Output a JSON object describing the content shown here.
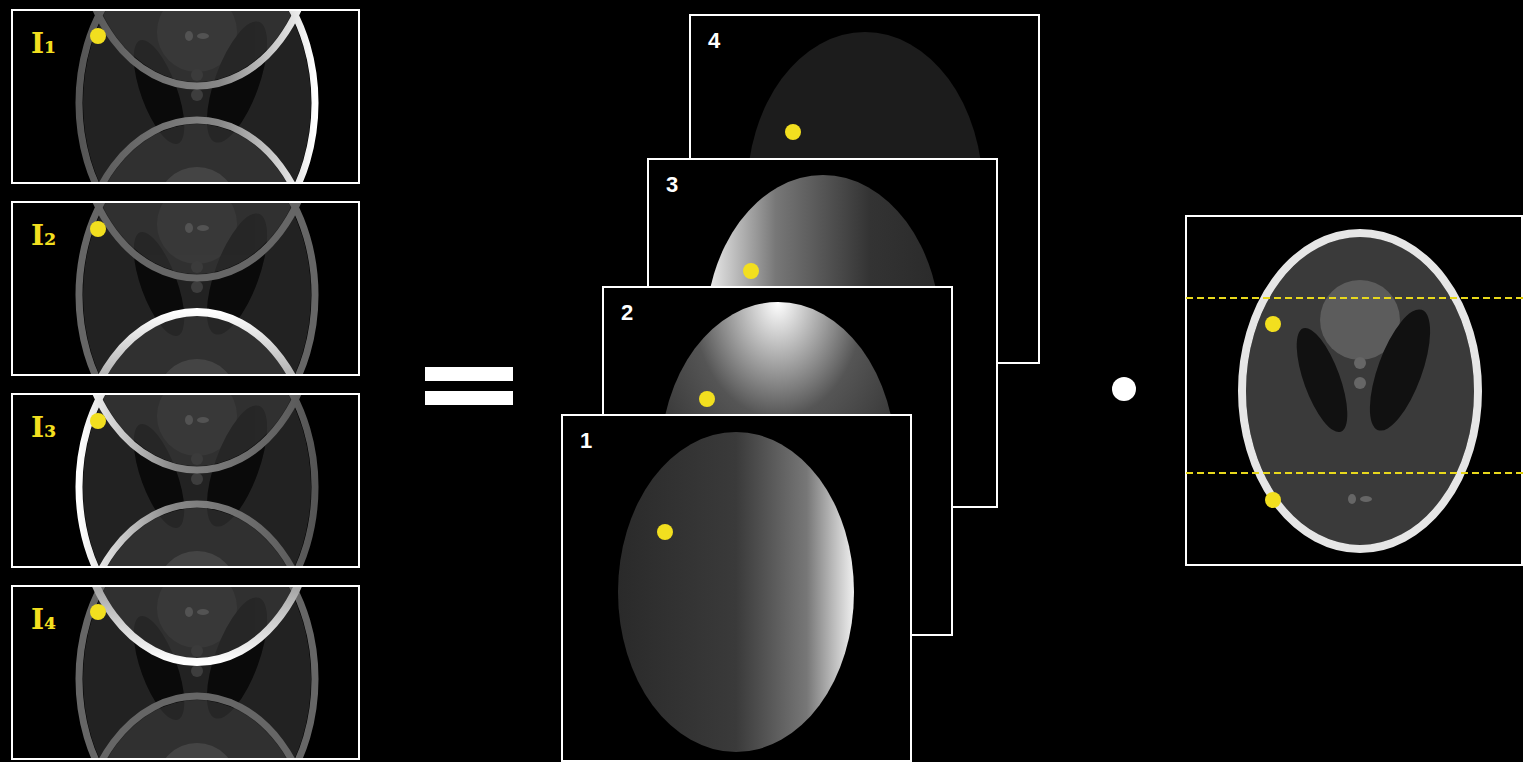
{
  "diagram": {
    "nodes": [
      {
        "text": [
          "I₁"
        ]
      },
      {
        "text": [
          "I₂"
        ]
      },
      {
        "text": [
          "I₃"
        ]
      },
      {
        "text": [
          "I₄"
        ]
      },
      {
        "text": [
          "1"
        ]
      },
      {
        "text": [
          "2"
        ]
      },
      {
        "text": [
          "3"
        ]
      },
      {
        "text": [
          "4"
        ]
      }
    ]
  }
}
